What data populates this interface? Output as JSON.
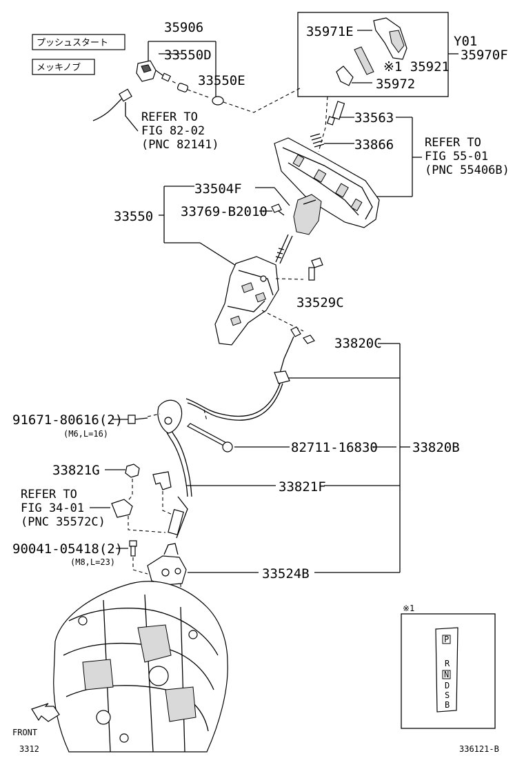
{
  "tags": {
    "push_start": "プッシュスタート",
    "plated_knob": "メッキノブ"
  },
  "parts": {
    "p35906": "35906",
    "p33550D": "33550D",
    "p33550E": "33550E",
    "p35971E": "35971E",
    "p35921": "※1 35921",
    "p35972": "35972",
    "y01": "Y01",
    "p35970F": "35970F",
    "p33563": "33563",
    "p33866": "33866",
    "p33504F": "33504F",
    "p33550": "33550",
    "p33769": "33769-B2010",
    "p33529C": "33529C",
    "p33820C": "33820C",
    "p91671": "91671-80616(2)",
    "p91671_spec": "(M6,L=16)",
    "p82711": "82711-16830",
    "p33820B": "33820B",
    "p33821G": "33821G",
    "p33821F": "33821F",
    "p90041": "90041-05418(2)",
    "p90041_spec": "(M8,L=23)",
    "p33524B": "33524B"
  },
  "refs": {
    "fig82": [
      "REFER TO",
      "FIG 82-02",
      "(PNC 82141)"
    ],
    "fig55": [
      "REFER TO",
      "FIG 55-01",
      "(PNC 55406B)"
    ],
    "fig34": [
      "REFER TO",
      "FIG 34-01",
      "(PNC 35572C)"
    ]
  },
  "inset": {
    "mark": "※1",
    "positions": [
      "P",
      "R",
      "N",
      "D",
      "S",
      "B"
    ]
  },
  "footer": {
    "front": "FRONT",
    "fig_no": "3312",
    "drawing_no": "336121-B"
  }
}
